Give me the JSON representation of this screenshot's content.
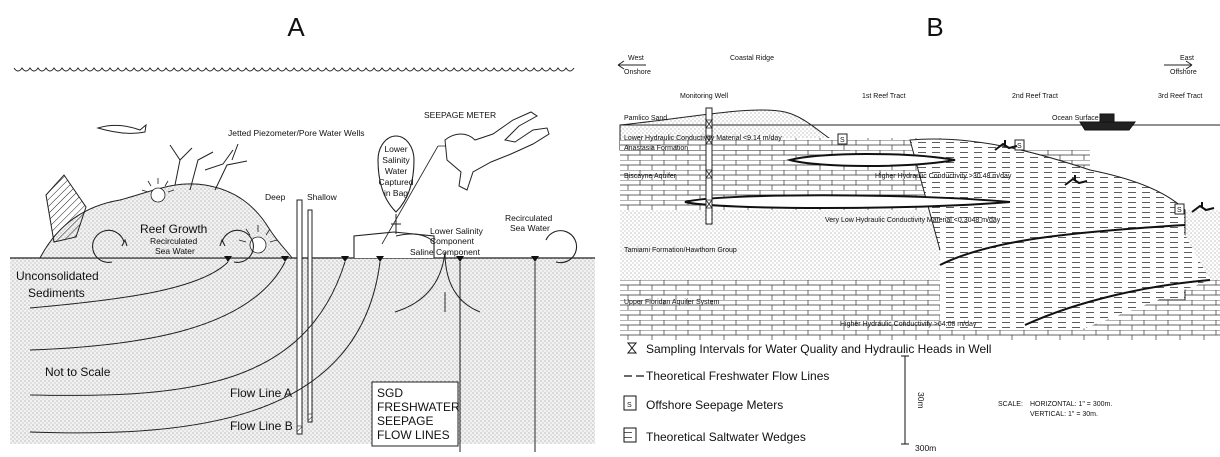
{
  "panel_a": {
    "letter": "A",
    "labels": {
      "jetted": "Jetted Piezometer/Pore Water Wells",
      "seepage_meter": "SEEPAGE METER",
      "deep": "Deep",
      "shallow": "Shallow",
      "bag": [
        "Lower",
        "Salinity",
        "Water",
        "Captured",
        "in Bag"
      ],
      "reef_growth": "Reef Growth",
      "recirc_left": [
        "Recirculated",
        "Sea Water"
      ],
      "recirc_right": [
        "Recirculated",
        "Sea Water"
      ],
      "lower_salinity": [
        "Lower Salinity",
        "Component"
      ],
      "saline": "Saline Component",
      "unconsolidated": [
        "Unconsolidated",
        "Sediments"
      ],
      "not_to_scale": "Not to Scale",
      "flow_a": "Flow Line A",
      "flow_b": "Flow Line B",
      "sgd": [
        "SGD",
        "FRESHWATER",
        "SEEPAGE",
        "FLOW LINES"
      ]
    }
  },
  "panel_b": {
    "letter": "B",
    "labels": {
      "west": [
        "West",
        "Onshore"
      ],
      "east": [
        "East",
        "Offshore"
      ],
      "coastal_ridge": "Coastal Ridge",
      "monitoring_well": "Monitoring Well",
      "reef1": "1st Reef Tract",
      "reef2": "2nd Reef Tract",
      "reef3": "3rd Reef Tract",
      "ocean_surface": "Ocean Surface",
      "pamlico": "Pamlico Sand",
      "lower_k": "Lower Hydraulic Conductivity Material <9.14 m/day",
      "anastasia": "Anastasia Formation",
      "biscayne": "Biscayne Aquifer",
      "higher_k1": "Higher Hydraulic Conductivity >30.48 m/day",
      "very_low_k": "Very Low Hydraulic Conductivity Material <0.3048 m/day",
      "tamiami": "Tamiami Formation/Hawthorn Group",
      "upper_floridan": "Upper Floridan Aquifer System",
      "higher_k2": "Higher Hydraulic Conductivity  >64.08 m/day",
      "s_marker": "S"
    },
    "legend": [
      {
        "symbol": "hourglass",
        "text": "Sampling Intervals for Water Quality and Hydraulic Heads in Well"
      },
      {
        "symbol": "dashes",
        "text": "Theoretical Freshwater Flow Lines"
      },
      {
        "symbol": "box-s",
        "text": "Offshore Seepage Meters"
      },
      {
        "symbol": "box-lines",
        "text": "Theoretical Saltwater Wedges"
      }
    ],
    "scale": {
      "vertical_bar": "30m",
      "label": "SCALE:",
      "horizontal": "HORIZONTAL:   1\" = 300m.",
      "vertical": "VERTICAL:   1\" = 30m.",
      "bottom": "300m"
    }
  }
}
